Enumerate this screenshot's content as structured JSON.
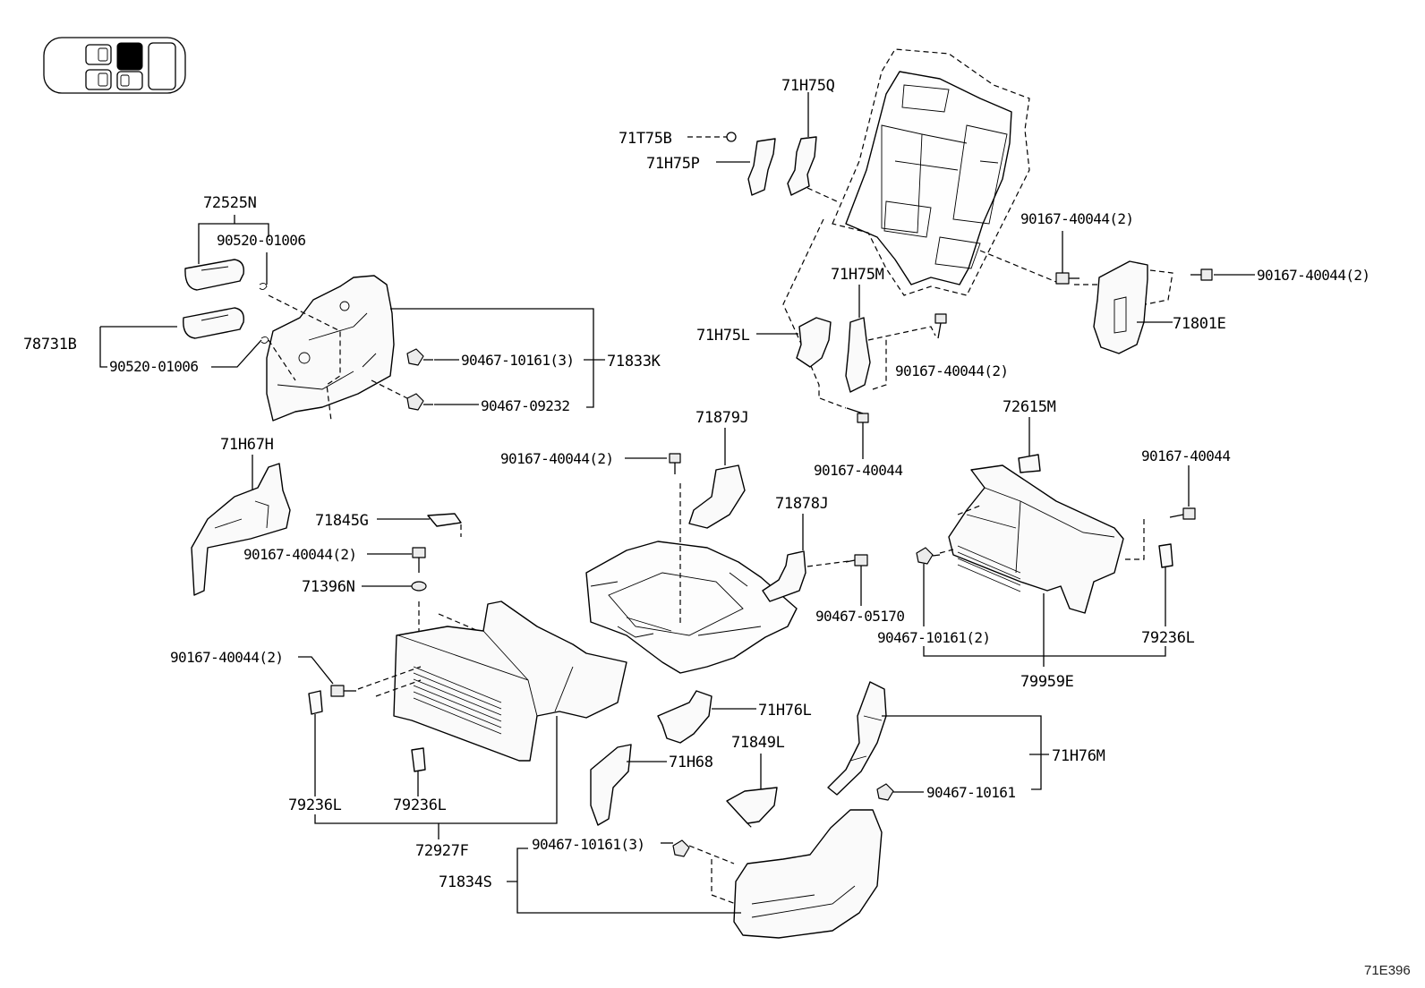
{
  "diagram_ref": "71E396",
  "labels": {
    "p72525N": "72525N",
    "p90520a": "90520-01006",
    "p78731B": "78731B",
    "p90520b": "90520-01006",
    "p90467_10161_3a": "90467-10161(3)",
    "p71833K": "71833K",
    "p90467_09232": "90467-09232",
    "p71H67H": "71H67H",
    "p71845G": "71845G",
    "p90167_2a": "90167-40044(2)",
    "p71396N": "71396N",
    "p90167_2b": "90167-40044(2)",
    "p79236L_a": "79236L",
    "p79236L_b": "79236L",
    "p72927F": "72927F",
    "p71834S": "71834S",
    "p90467_10161_3b": "90467-10161(3)",
    "p71T75B": "71T75B",
    "p71H75P": "71H75P",
    "p71H75Q": "71H75Q",
    "p71H75M": "71H75M",
    "p71H75L": "71H75L",
    "p90167_2c": "90167-40044(2)",
    "p90167_single_a": "90167-40044",
    "p90167_2d": "90167-40044(2)",
    "p90167_2e": "90167-40044(2)",
    "p71801E": "71801E",
    "p90167_2f": "90167-40044(2)",
    "p71879J": "71879J",
    "p71878J": "71878J",
    "p90467_05170": "90467-05170",
    "p72615M": "72615M",
    "p90167_single_b": "90167-40044",
    "p90467_10161_2": "90467-10161(2)",
    "p79236L_c": "79236L",
    "p79959E": "79959E",
    "p71H76L": "71H76L",
    "p71H68": "71H68",
    "p71849L": "71849L",
    "p71H76M": "71H76M",
    "p90467_10161": "90467-10161"
  },
  "icons": {
    "seat_locator": "seat-position-locator-icon",
    "fastener": "bolt-icon",
    "clip": "clip-icon"
  }
}
